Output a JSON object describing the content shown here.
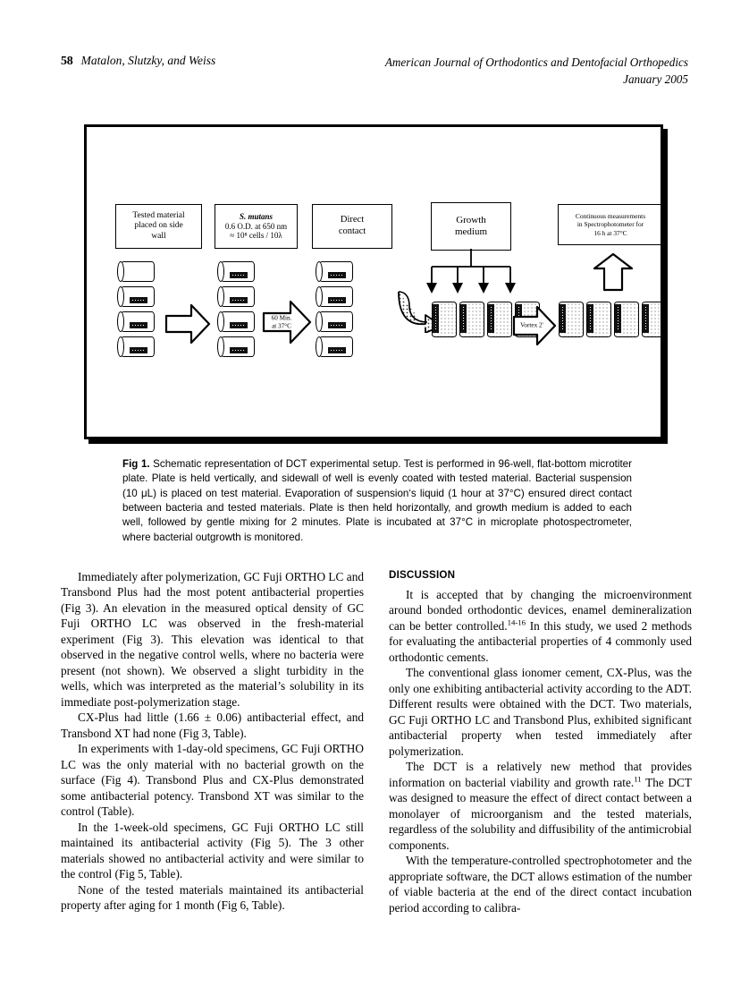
{
  "runninghead": {
    "folio": "58",
    "authors": "Matalon, Slutzky, and Weiss",
    "journal": "American Journal of Orthodontics and Dentofacial Orthopedics",
    "issue": "January 2005"
  },
  "figure": {
    "boxes": {
      "b1_l1": "Tested material",
      "b1_l2": "placed on side",
      "b1_l3": "wall",
      "b2_l1": "S. mutans",
      "b2_l2": "0.6 O.D. at 650 nm",
      "b2_l3": "≈ 10⁸ cells / 10λ",
      "b3_l1": "Direct",
      "b3_l2": "contact",
      "b4_l1": "Growth",
      "b4_l2": "medium",
      "b5_l1": "Continuous measurements",
      "b5_l2": "in Spectrophotometer for",
      "b5_l3": "16 h at 37°C"
    },
    "arrows": {
      "incubate_l1": "60 Min.",
      "incubate_l2": "at 37°C",
      "vortex": "Vortex 2'"
    },
    "caption_label": "Fig 1.",
    "caption_text": " Schematic representation of DCT experimental setup. Test is performed in 96-well, flat-bottom microtiter plate. Plate is held vertically, and sidewall of well is evenly coated with tested material. Bacterial suspension (10 μL) is placed on test material. Evaporation of suspension‘s liquid (1 hour at 37°C) ensured direct contact between bacteria and tested materials. Plate is then held horizontally, and growth medium is added to each well, followed by gentle mixing for 2 minutes. Plate is incubated at 37°C in microplate photospectrometer, where bacterial outgrowth is monitored."
  },
  "body": {
    "left": {
      "p1": "Immediately after polymerization, GC Fuji ORTHO LC and Transbond Plus had the most potent antibacterial properties (Fig 3). An elevation in the measured optical density of GC Fuji ORTHO LC was observed in the fresh-material experiment (Fig 3). This elevation was identical to that observed in the negative control wells, where no bacteria were present (not shown). We observed a slight turbidity in the wells, which was interpreted as the material’s solubility in its immediate post-polymerization stage.",
      "p2": "CX-Plus had little (1.66 ± 0.06) antibacterial effect, and Transbond XT had none (Fig 3, Table).",
      "p3": "In experiments with 1-day-old specimens, GC Fuji ORTHO LC was the only material with no bacterial growth on the surface (Fig 4). Transbond Plus and CX-Plus demonstrated some antibacterial potency. Transbond XT was similar to the control (Table).",
      "p4": "In the 1-week-old specimens, GC Fuji ORTHO LC still maintained its antibacterial activity (Fig 5). The 3 other materials showed no antibacterial activity and were similar to the control (Fig 5, Table).",
      "p5": "None of the tested materials maintained its antibacterial property after aging for 1 month (Fig 6, Table)."
    },
    "right": {
      "heading": "DISCUSSION",
      "p1a": "It is accepted that by changing the microenvironment around bonded orthodontic devices, enamel demineralization can be better controlled.",
      "p1sup": "14-16",
      "p1b": " In this study, we used 2 methods for evaluating the antibacterial properties of 4 commonly used orthodontic cements.",
      "p2": "The conventional glass ionomer cement, CX-Plus, was the only one exhibiting antibacterial activity according to the ADT. Different results were obtained with the DCT. Two materials, GC Fuji ORTHO LC and Transbond Plus, exhibited significant antibacterial property when tested immediately after polymerization.",
      "p3a": "The DCT is a relatively new method that provides information on bacterial viability and growth rate.",
      "p3sup": "11",
      "p3b": " The DCT was designed to measure the effect of direct contact between a monolayer of microorganism and the tested materials, regardless of the solubility and diffusibility of the antimicrobial components.",
      "p4": "With the temperature-controlled spectrophotometer and the appropriate software, the DCT allows estimation of the number of viable bacteria at the end of the direct contact incubation period according to calibra-"
    }
  }
}
